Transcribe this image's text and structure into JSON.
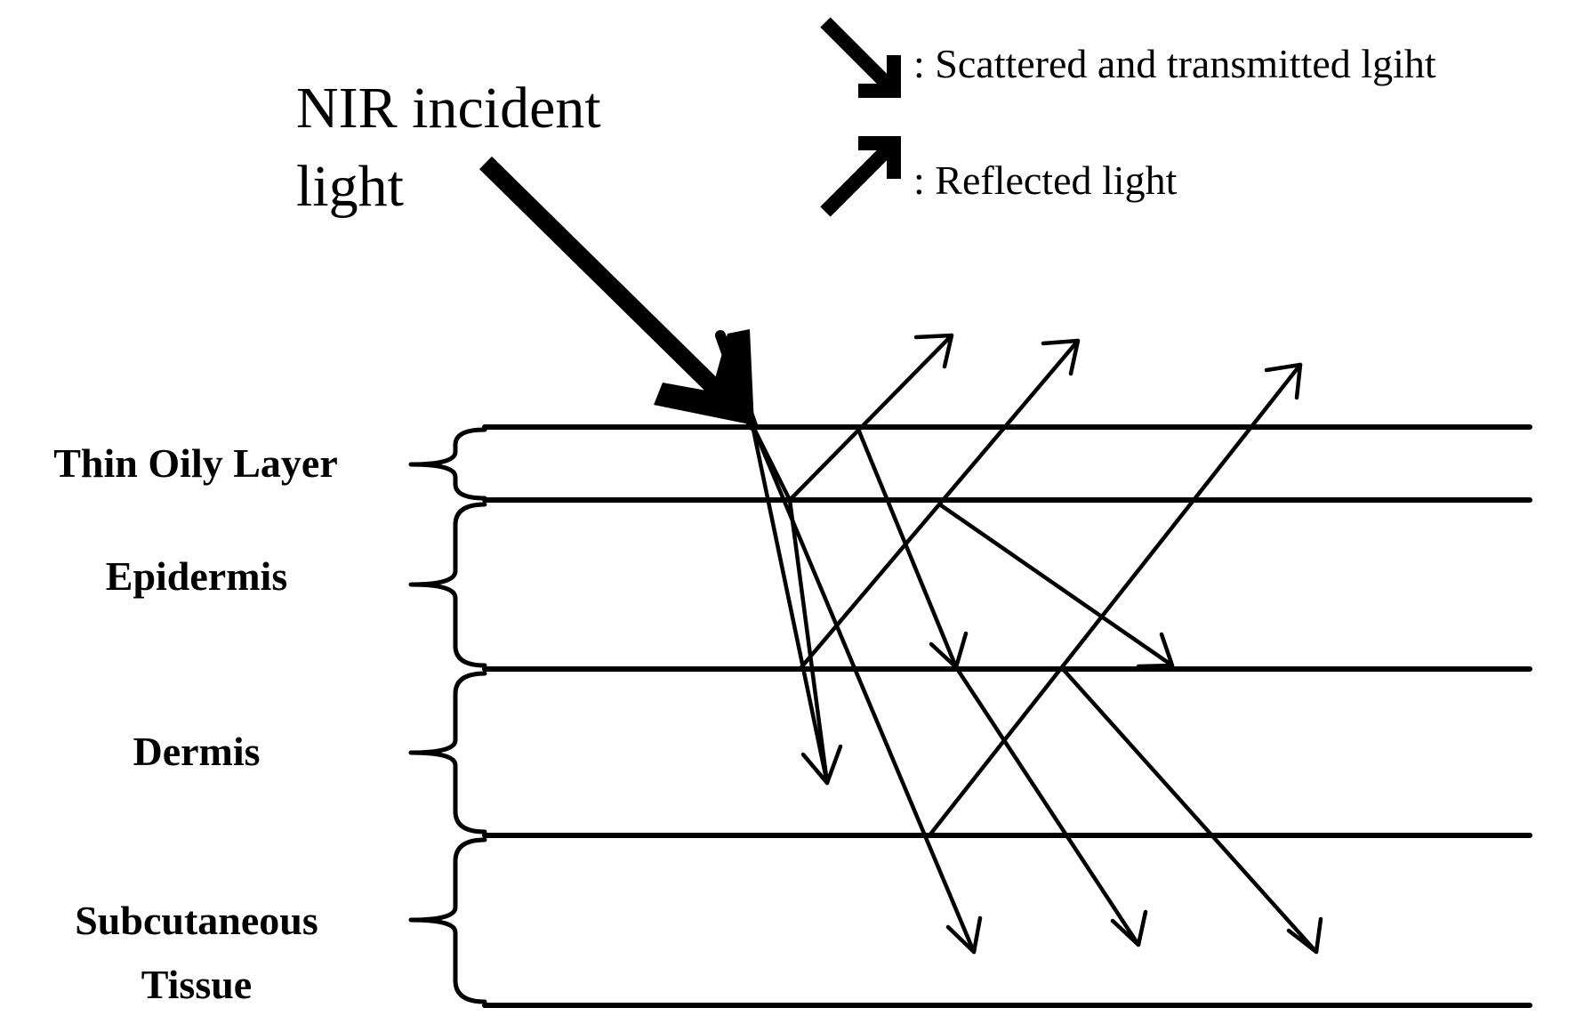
{
  "title": {
    "line1": "NIR incident",
    "line2": "light"
  },
  "legend": [
    {
      "symbol": "down-right-arrow",
      "text": ": Scattered and transmitted lgiht"
    },
    {
      "symbol": "up-right-arrow",
      "text": ": Reflected light"
    }
  ],
  "layers": [
    {
      "id": "thin-oily-layer",
      "lines": [
        "Thin Oily Layer"
      ]
    },
    {
      "id": "epidermis",
      "lines": [
        "Epidermis"
      ]
    },
    {
      "id": "dermis",
      "lines": [
        "Dermis"
      ]
    },
    {
      "id": "subcutaneous-tissue",
      "lines": [
        "Subcutaneous",
        "Tissue"
      ]
    }
  ],
  "colors": {
    "ink": "#000000",
    "background": "#ffffff"
  }
}
